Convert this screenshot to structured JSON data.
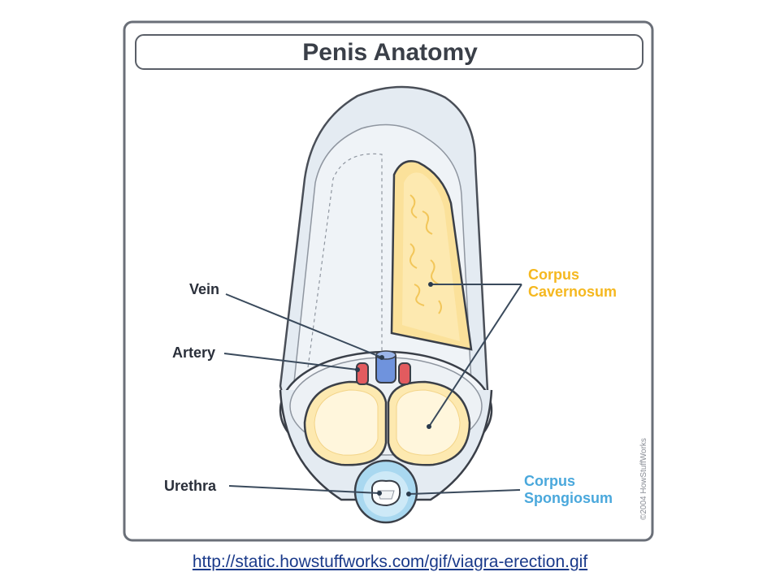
{
  "title": "Penis Anatomy",
  "labels": {
    "vein": "Vein",
    "artery": "Artery",
    "urethra": "Urethra",
    "corpus_cavernosum": [
      "Corpus",
      "Cavernosum"
    ],
    "corpus_spongiosum": [
      "Corpus",
      "Spongiosum"
    ]
  },
  "copyright": "©2004 HowStuffWorks",
  "source_link": "http://static.howstuffworks.com/gif/viagra-erection.gif",
  "colors": {
    "cavernosum": "#f5b820",
    "spongiosum": "#4aa8dc",
    "vein": "#5b86d6",
    "artery": "#e0555a",
    "outline": "#3a3f48"
  }
}
